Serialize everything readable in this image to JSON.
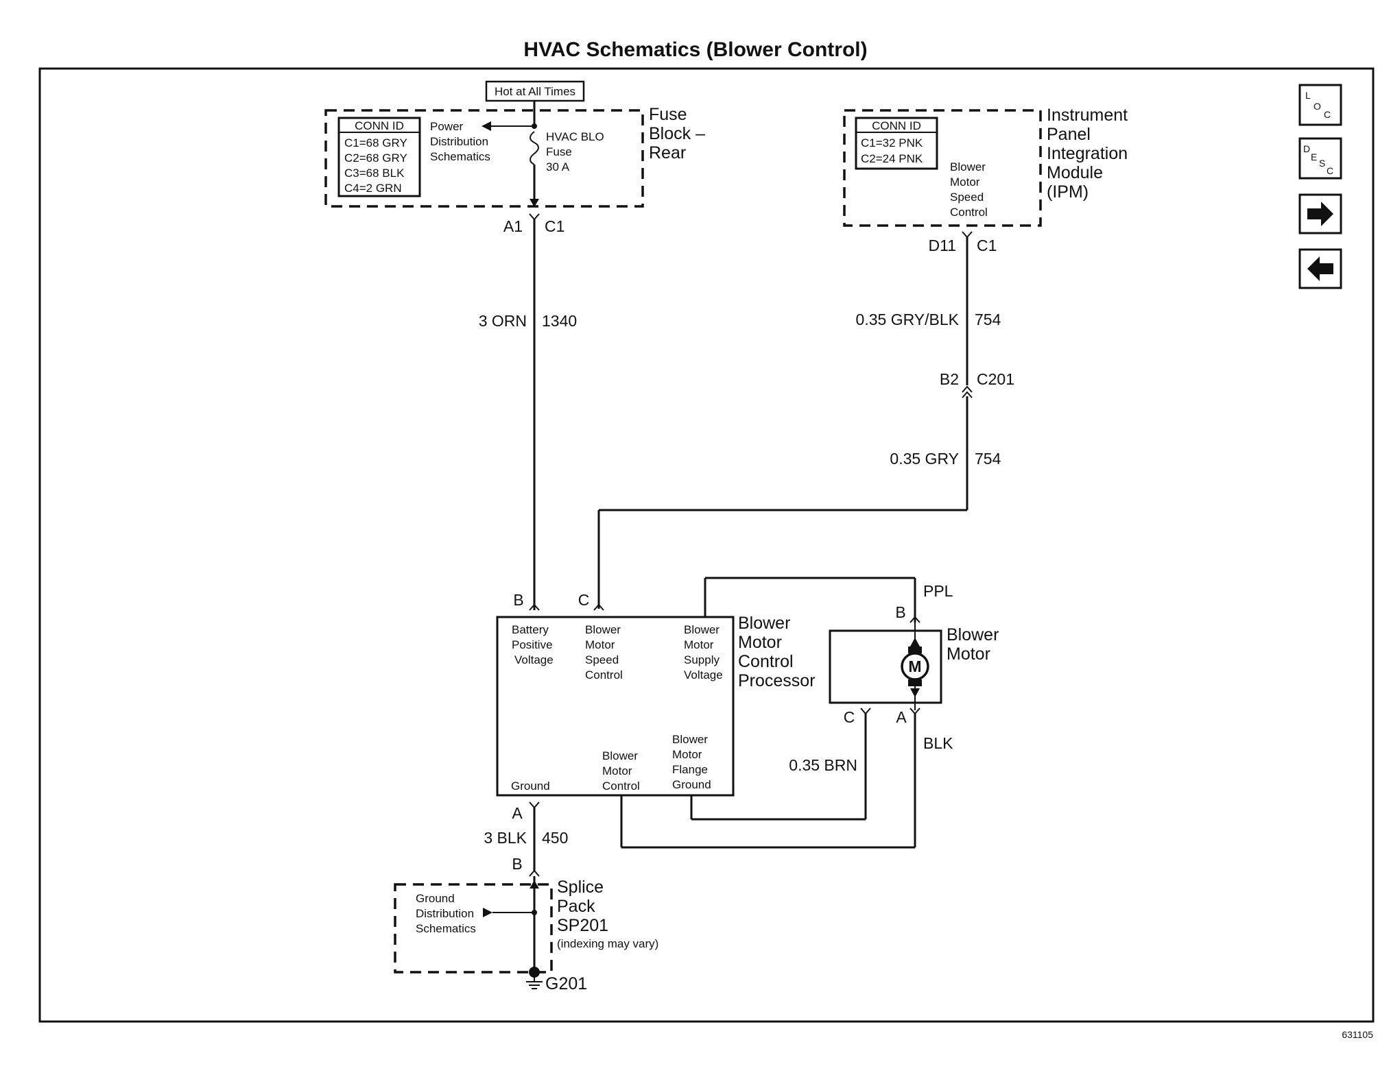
{
  "title": "HVAC Schematics (Blower Control)",
  "figure_number": "631105",
  "nav": {
    "loc_label": [
      "L",
      "O",
      "C"
    ],
    "desc_label": [
      "D",
      "E",
      "S",
      "C"
    ]
  },
  "fuse_block": {
    "hot_label": "Hot at All Times",
    "conn_id_header": "CONN ID",
    "conn_ids": [
      "C1=68 GRY",
      "C2=68 GRY",
      "C3=68 BLK",
      "C4=2 GRN"
    ],
    "power_dist": [
      "Power",
      "Distribution",
      "Schematics"
    ],
    "fuse_label": [
      "HVAC BLO",
      "Fuse",
      "30 A"
    ],
    "name": [
      "Fuse",
      "Block –",
      "Rear"
    ],
    "pin": "A1",
    "connector": "C1"
  },
  "ipm": {
    "conn_id_header": "CONN ID",
    "conn_ids": [
      "C1=32 PNK",
      "C2=24 PNK"
    ],
    "function": [
      "Blower",
      "Motor",
      "Speed",
      "Control"
    ],
    "name": [
      "Instrument",
      "Panel",
      "Integration",
      "Module",
      "(IPM)"
    ],
    "pin": "D11",
    "connector": "C1"
  },
  "wires": {
    "power_wire": {
      "gauge_color": "3 ORN",
      "circuit": "1340"
    },
    "speed_upper": {
      "gauge_color": "0.35 GRY/BLK",
      "circuit": "754"
    },
    "inline": {
      "pin": "B2",
      "connector": "C201"
    },
    "speed_lower": {
      "gauge_color": "0.35 GRY",
      "circuit": "754"
    },
    "ground_wire": {
      "gauge_color": "3 BLK",
      "circuit": "450"
    },
    "motor_supply": "PPL",
    "motor_ground": "BLK",
    "flange_ground": "0.35 BRN"
  },
  "processor": {
    "name": [
      "Blower",
      "Motor",
      "Control",
      "Processor"
    ],
    "pin_b": "B",
    "pin_c": "C",
    "pin_a": "A",
    "battery": [
      "Battery",
      "Positive",
      "Voltage"
    ],
    "speed": [
      "Blower",
      "Motor",
      "Speed",
      "Control"
    ],
    "supply": [
      "Blower",
      "Motor",
      "Supply",
      "Voltage"
    ],
    "ground": "Ground",
    "control": [
      "Blower",
      "Motor",
      "Control"
    ],
    "flange": [
      "Blower",
      "Motor",
      "Flange",
      "Ground"
    ]
  },
  "motor": {
    "name": [
      "Blower",
      "Motor"
    ],
    "symbol": "M",
    "pin_b": "B",
    "pin_a": "A",
    "pin_c": "C"
  },
  "splice": {
    "pin": "B",
    "ground_dist": [
      "Ground",
      "Distribution",
      "Schematics"
    ],
    "name": [
      "Splice",
      "Pack",
      "SP201"
    ],
    "note": "(indexing may vary)",
    "ground_id": "G201"
  }
}
